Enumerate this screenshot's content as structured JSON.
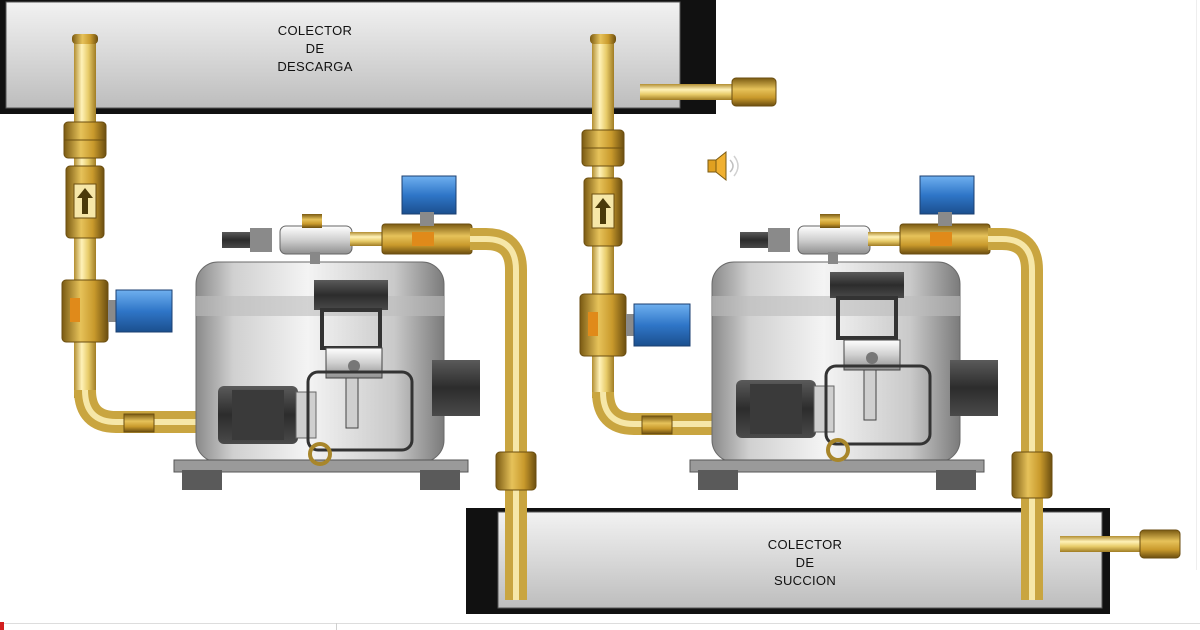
{
  "manifolds": {
    "discharge": {
      "line1": "COLECTOR",
      "line2": "DE",
      "line3": "DESCARGA"
    },
    "suction": {
      "line1": "COLECTOR",
      "line2": "DE",
      "line3": "SUCCION"
    }
  },
  "compressors": [
    {
      "id": "left"
    },
    {
      "id": "right"
    }
  ],
  "icons": {
    "speaker": "speaker-icon",
    "flow_arrow": "arrow-up-icon",
    "solenoid": "solenoid-valve-icon"
  },
  "colors": {
    "pipe_brass": "#e8cc6a",
    "valve_blue": "#2f76c8",
    "manifold_gray": "#d6d6d6",
    "compressor_silver": "#c7c7c7"
  }
}
